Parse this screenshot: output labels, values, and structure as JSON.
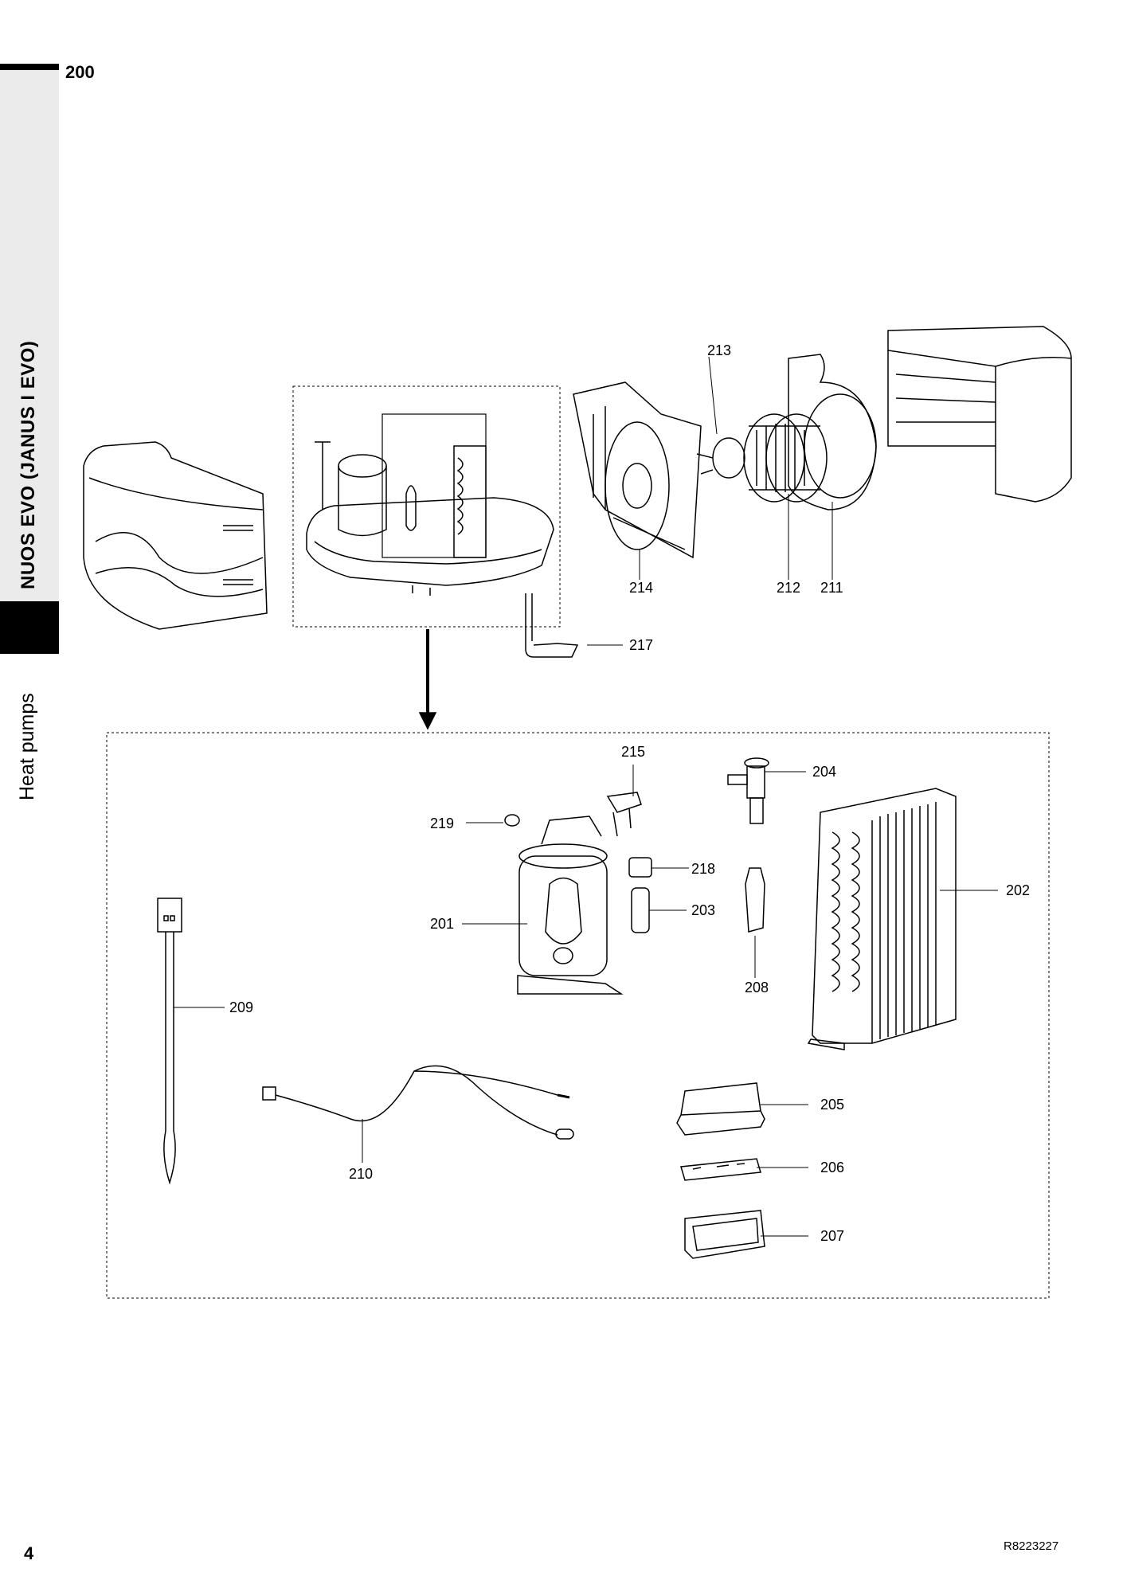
{
  "header": {
    "section_number": "200"
  },
  "sidebar": {
    "product_title": "NUOS EVO (JANUS I EVO)",
    "category": "Heat pumps"
  },
  "footer": {
    "page_number": "4",
    "document_code": "R8223227"
  },
  "diagram": {
    "callouts": [
      {
        "id": "201",
        "label": "201"
      },
      {
        "id": "202",
        "label": "202"
      },
      {
        "id": "203",
        "label": "203"
      },
      {
        "id": "204",
        "label": "204"
      },
      {
        "id": "205",
        "label": "205"
      },
      {
        "id": "206",
        "label": "206"
      },
      {
        "id": "207",
        "label": "207"
      },
      {
        "id": "208",
        "label": "208"
      },
      {
        "id": "209",
        "label": "209"
      },
      {
        "id": "210",
        "label": "210"
      },
      {
        "id": "211",
        "label": "211"
      },
      {
        "id": "212",
        "label": "212"
      },
      {
        "id": "213",
        "label": "213"
      },
      {
        "id": "214",
        "label": "214"
      },
      {
        "id": "215",
        "label": "215"
      },
      {
        "id": "217",
        "label": "217"
      },
      {
        "id": "218",
        "label": "218"
      },
      {
        "id": "219",
        "label": "219"
      }
    ]
  }
}
